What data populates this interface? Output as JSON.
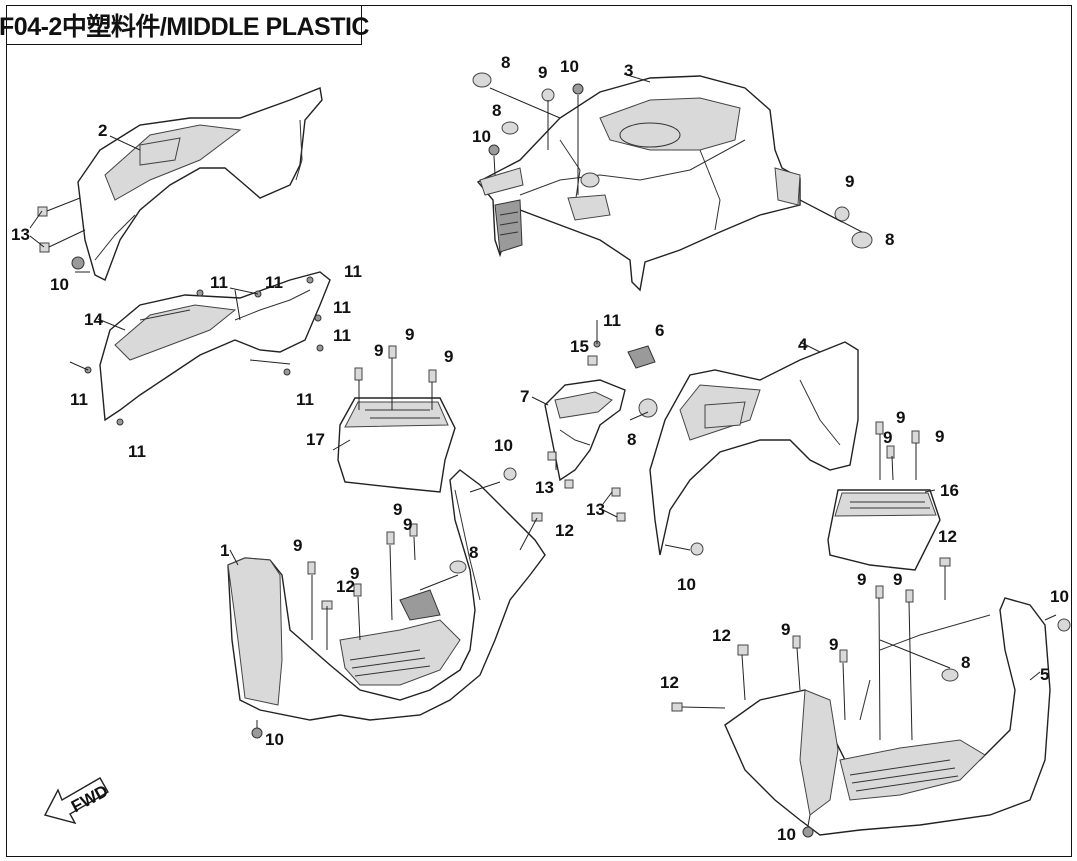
{
  "title": "F04-2中塑料件/MIDDLE PLASTIC",
  "fwd_label": "FWD",
  "callouts": [
    {
      "id": "c-3",
      "label": "3"
    },
    {
      "id": "c-8a",
      "label": "8"
    },
    {
      "id": "c-9a",
      "label": "9"
    },
    {
      "id": "c-10a",
      "label": "10"
    },
    {
      "id": "c-8b",
      "label": "8"
    },
    {
      "id": "c-10b",
      "label": "10"
    },
    {
      "id": "c-9b",
      "label": "9"
    },
    {
      "id": "c-8c",
      "label": "8"
    },
    {
      "id": "c-2",
      "label": "2"
    },
    {
      "id": "c-13a",
      "label": "13"
    },
    {
      "id": "c-10c",
      "label": "10"
    },
    {
      "id": "c-14",
      "label": "14"
    },
    {
      "id": "c-11a",
      "label": "11"
    },
    {
      "id": "c-11b",
      "label": "11"
    },
    {
      "id": "c-11c",
      "label": "11"
    },
    {
      "id": "c-11d",
      "label": "11"
    },
    {
      "id": "c-11e",
      "label": "11"
    },
    {
      "id": "c-11f",
      "label": "11"
    },
    {
      "id": "c-11g",
      "label": "11"
    },
    {
      "id": "c-11h",
      "label": "11"
    },
    {
      "id": "c-9c",
      "label": "9"
    },
    {
      "id": "c-9d",
      "label": "9"
    },
    {
      "id": "c-9e",
      "label": "9"
    },
    {
      "id": "c-17",
      "label": "17"
    },
    {
      "id": "c-11i",
      "label": "11"
    },
    {
      "id": "c-15",
      "label": "15"
    },
    {
      "id": "c-6",
      "label": "6"
    },
    {
      "id": "c-7",
      "label": "7"
    },
    {
      "id": "c-8d",
      "label": "8"
    },
    {
      "id": "c-13b",
      "label": "13"
    },
    {
      "id": "c-4",
      "label": "4"
    },
    {
      "id": "c-10d",
      "label": "10"
    },
    {
      "id": "c-12a",
      "label": "12"
    },
    {
      "id": "c-13c",
      "label": "13"
    },
    {
      "id": "c-10e",
      "label": "10"
    },
    {
      "id": "c-9f",
      "label": "9"
    },
    {
      "id": "c-9g",
      "label": "9"
    },
    {
      "id": "c-9h",
      "label": "9"
    },
    {
      "id": "c-16",
      "label": "16"
    },
    {
      "id": "c-12b",
      "label": "12"
    },
    {
      "id": "c-1",
      "label": "1"
    },
    {
      "id": "c-9i",
      "label": "9"
    },
    {
      "id": "c-9j",
      "label": "9"
    },
    {
      "id": "c-9k",
      "label": "9"
    },
    {
      "id": "c-12c",
      "label": "12"
    },
    {
      "id": "c-9l",
      "label": "9"
    },
    {
      "id": "c-8e",
      "label": "8"
    },
    {
      "id": "c-10f",
      "label": "10"
    },
    {
      "id": "c-10g",
      "label": "10"
    },
    {
      "id": "c-9m",
      "label": "9"
    },
    {
      "id": "c-9n",
      "label": "9"
    },
    {
      "id": "c-5",
      "label": "5"
    },
    {
      "id": "c-12d",
      "label": "12"
    },
    {
      "id": "c-9o",
      "label": "9"
    },
    {
      "id": "c-9p",
      "label": "9"
    },
    {
      "id": "c-8f",
      "label": "8"
    },
    {
      "id": "c-12e",
      "label": "12"
    },
    {
      "id": "c-10h",
      "label": "10"
    }
  ]
}
